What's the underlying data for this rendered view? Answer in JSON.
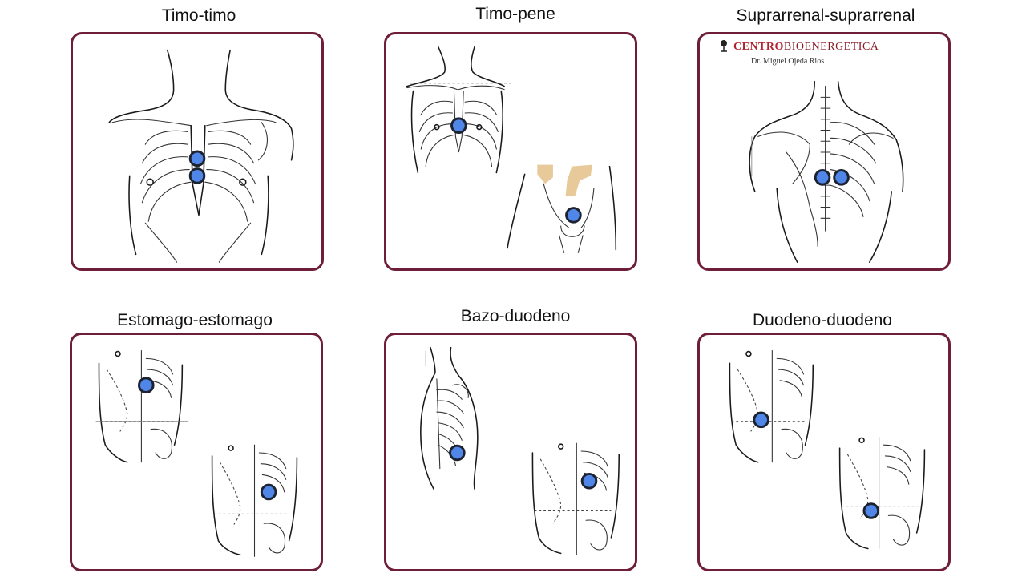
{
  "panels": [
    {
      "title": "Timo-timo"
    },
    {
      "title": "Timo-pene"
    },
    {
      "title": "Suprarrenal-suprarrenal"
    },
    {
      "title": "Estomago-estomago"
    },
    {
      "title": "Bazo-duodeno"
    },
    {
      "title": "Duodeno-duodeno"
    }
  ],
  "logo": {
    "brand_bold": "CENTRO",
    "brand_rest": "BIOENERGETICA",
    "author": "Dr. Miguel Ojeda Rios"
  },
  "colors": {
    "frame": "#6e1e3a",
    "marker_fill": "#4f86e8",
    "marker_stroke": "#1c2230"
  }
}
